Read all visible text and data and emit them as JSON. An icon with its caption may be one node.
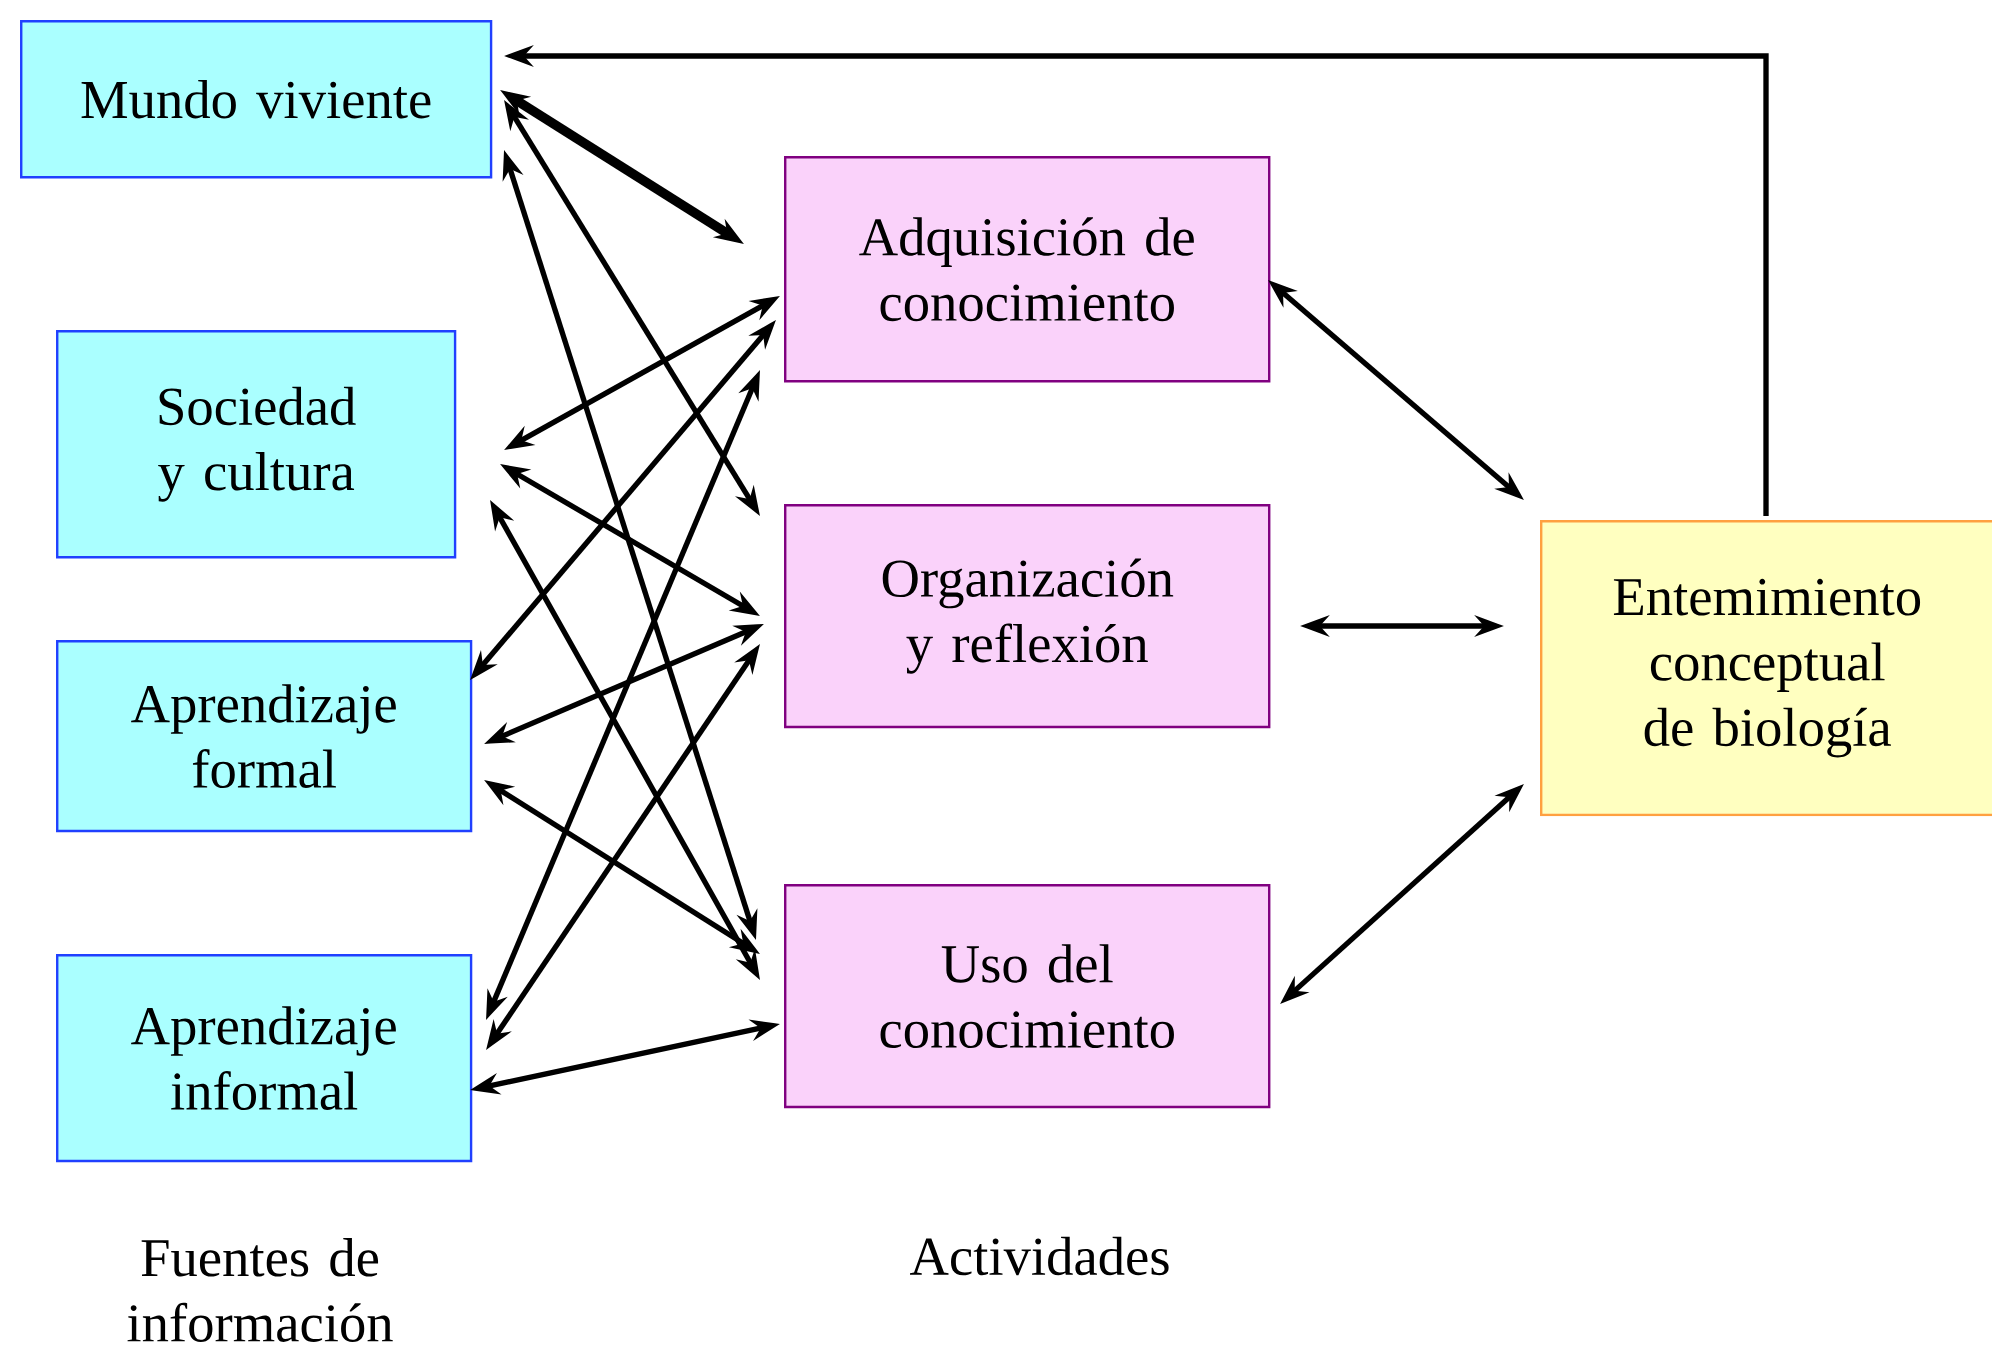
{
  "diagram": {
    "nodes": [
      {
        "text": [
          "Mundo viviente"
        ]
      },
      {
        "text": [
          "Sociedad y cultura"
        ]
      },
      {
        "text": [
          "Aprendizaje formal"
        ]
      },
      {
        "text": [
          "Aprendizaje informal"
        ]
      },
      {
        "text": [
          "Adquisición de conocimiento"
        ]
      },
      {
        "text": [
          "Organización y reflexión"
        ]
      },
      {
        "text": [
          "Uso del conocimiento"
        ]
      },
      {
        "text": [
          "Entemimiento conceptual de biología"
        ]
      }
    ],
    "edges": [
      {
        "from": 7,
        "to": 0,
        "arrow": "to"
      },
      {
        "from": 0,
        "to": 4,
        "arrow": "both",
        "style": "thick"
      },
      {
        "from": 0,
        "to": 5,
        "arrow": "both"
      },
      {
        "from": 0,
        "to": 6,
        "arrow": "both"
      },
      {
        "from": 1,
        "to": 4,
        "arrow": "both"
      },
      {
        "from": 1,
        "to": 5,
        "arrow": "both"
      },
      {
        "from": 1,
        "to": 6,
        "arrow": "both"
      },
      {
        "from": 2,
        "to": 4,
        "arrow": "both"
      },
      {
        "from": 2,
        "to": 5,
        "arrow": "both"
      },
      {
        "from": 2,
        "to": 6,
        "arrow": "both"
      },
      {
        "from": 3,
        "to": 4,
        "arrow": "both"
      },
      {
        "from": 3,
        "to": 5,
        "arrow": "both"
      },
      {
        "from": 3,
        "to": 6,
        "arrow": "both"
      },
      {
        "from": 4,
        "to": 7,
        "arrow": "both"
      },
      {
        "from": 5,
        "to": 7,
        "arrow": "both"
      },
      {
        "from": 6,
        "to": 7,
        "arrow": "both"
      }
    ],
    "labels": [
      "Fuentes de información",
      "Actividades"
    ]
  }
}
